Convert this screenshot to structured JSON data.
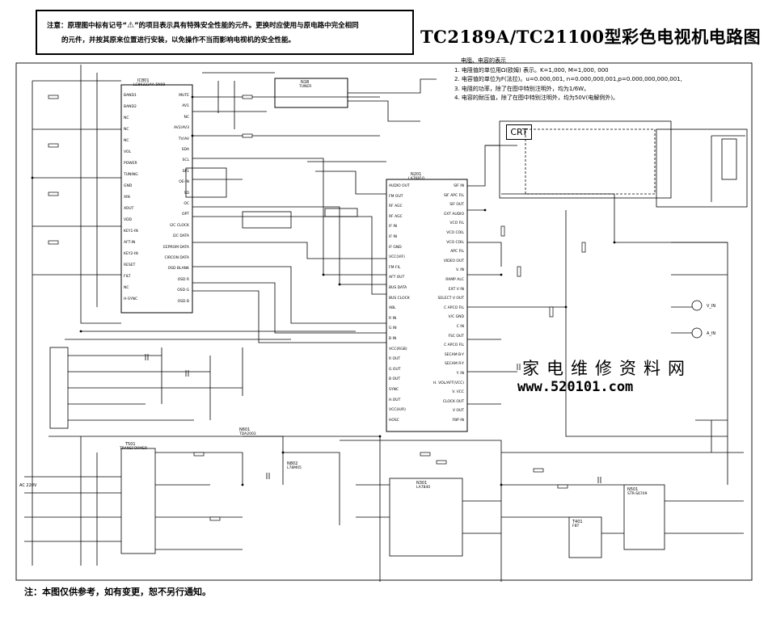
{
  "notice": {
    "line1_pre": "注意：原理图中标有记号“",
    "symbol": "⚠",
    "line1_post": "”的项目表示具有特殊安全性能的元件。更换时应使用与原电路中完全相同",
    "line2": "的元件，并按其原来位置进行安装，以免操作不当而影响电视机的安全性能。"
  },
  "title": "TC2189A/TC21100型彩色电视机电路图",
  "legend": {
    "heading": "电阻、电容的表示",
    "items": [
      "1. 电阻值的单位用Ω(欧姆) 表示。K=1,000, M=1,000, 000",
      "2. 电容值的单位为F(法拉)。u=0.000,001, n=0.000,000,001,p=0.000,000,000,001,",
      "3. 电阻的功率，除了在图中特别注明外，均为1/6W。",
      "4. 电容的耐压值，除了在图中特别注明外，均为50V(电解例外)。"
    ]
  },
  "crt_label": "CRT",
  "watermark": {
    "cn": "家电维修资料网",
    "url": "www.520101.com"
  },
  "footer": "注：本图仅供参考，如有变更，恕不另行通知。",
  "ic_micro": {
    "name": "IC801",
    "part": "LC863324A-5N09",
    "left_pins": [
      "BAND1",
      "BAND2",
      "NC",
      "NC",
      "NC",
      "VOL",
      "POWER",
      "TUNING",
      "GND",
      "XIN",
      "XOUT",
      "VDD",
      "KEY1-IN",
      "AFT-IN",
      "KEY2-IN",
      "RESET",
      "FILT",
      "NC",
      "H-SYNC"
    ],
    "right_pins": [
      "MUTE",
      "AV1",
      "NC",
      "AV2/AV3",
      "TV/AV",
      "SDA",
      "SCL",
      "SP1",
      "OE-IN",
      "SD",
      "OC",
      "OPT",
      "I2C CLOCK",
      "I2C DATA",
      "EEPROM DATA",
      "CIRCON DATA",
      "OSD BLANK",
      "OSD R",
      "OSD G",
      "OSD B"
    ]
  },
  "ic_signal": {
    "name": "N201",
    "part": "LA76810",
    "left_pins": [
      "AUDIO OUT",
      "FM OUT",
      "RF AGC",
      "RF AGC",
      "IF IN",
      "IF IN",
      "IF GND",
      "VCC(VIF)",
      "FM FIL",
      "AFT OUT",
      "BUS DATA",
      "BUS CLOCK",
      "ABL",
      "R IN",
      "G IN",
      "B IN",
      "VCC(RGB)",
      "R OUT",
      "G OUT",
      "B OUT",
      "SYNC",
      "H.OUT",
      "VCC(H/R)",
      "HOSC"
    ],
    "right_pins": [
      "SIF IN",
      "SIF APC FIL",
      "SIF OUT",
      "EXT AUDIO",
      "VCO FIL",
      "VCO COIL",
      "VCO COIL",
      "APC FIL",
      "VIDEO OUT",
      "V. IN",
      "RAMP ALC",
      "EXT V IN",
      "SELECT V OUT",
      "C APCO FIL",
      "V/C GND",
      "C IN",
      "FSC OUT",
      "C APCO FIL",
      "SECAM B-Y",
      "SECAM R-Y",
      "Y. IN",
      "H. VOL/AFT(VCC)",
      "V. VCC",
      "CLOCK OUT",
      "V OUT",
      "FBP IN"
    ]
  },
  "ic_vertical": {
    "name": "N301",
    "part": "LA7840"
  },
  "ic_audio": {
    "name": "N601",
    "part": "TDA2003"
  },
  "ic_reg": {
    "name": "N802",
    "part": "L78M05"
  },
  "ic_power": {
    "name": "N501",
    "part": "STR-S6709"
  },
  "transformer": {
    "name": "T501",
    "part": "TRANSFORMER"
  },
  "fbt": {
    "name": "T401",
    "part": "FBT"
  },
  "tuner": {
    "name": "N1B",
    "part": "TUNER"
  },
  "av_jacks": [
    "V_IN",
    "A_IN"
  ],
  "ac_label": "AC 220V"
}
